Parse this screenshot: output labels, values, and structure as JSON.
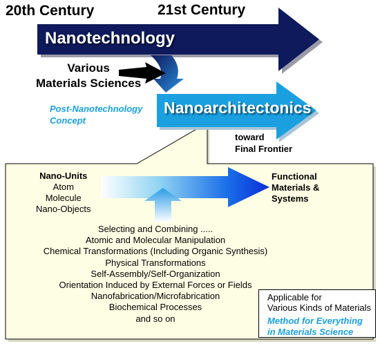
{
  "colors": {
    "nanotech_arrow": "#0e1a5c",
    "nanoarch_arrow": "#1aa0e0",
    "panel_fill": "#fefee4",
    "accent_text": "#1aa0e0",
    "flow_arrow_end": "#0a2ed8"
  },
  "timeline": {
    "century_20": "20th Century",
    "century_21": "21st Century"
  },
  "arrows": {
    "nanotechnology": "Nanotechnology",
    "nanoarchitectonics": "Nanoarchitectonics"
  },
  "inputs": {
    "various_line1": "Various",
    "various_line2": "Materials Sciences"
  },
  "concept": {
    "line1": "Post-Nanotechnology",
    "line2": "Concept"
  },
  "frontier": {
    "line1": "toward",
    "line2": "Final Frontier"
  },
  "nano_units": {
    "title": "Nano-Units",
    "items": [
      "Atom",
      "Molecule",
      "Nano-Objects"
    ]
  },
  "functional": {
    "line1": "Functional",
    "line2": "Materials &",
    "line3": "Systems"
  },
  "methods": [
    "Selecting and Combining .....",
    "Atomic and Molecular Manipulation",
    "Chemical Transformations (Including Organic Synthesis)",
    "Physical Transformations",
    "Self-Assembly/Self-Organization",
    "Orientation Induced by External Forces or Fields",
    "Nanofabrication/Microfabrication",
    "Biochemical Processes",
    "and so on"
  ],
  "applicable": {
    "line1": "Applicable for",
    "line2": "Various Kinds of Materials",
    "method_line1": "Method for Everything",
    "method_line2": "in Materials Science"
  }
}
